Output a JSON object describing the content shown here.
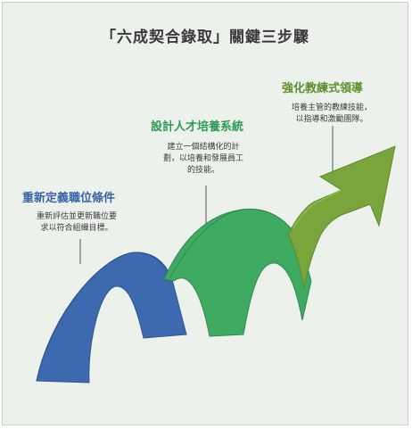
{
  "title": "「六成契合錄取」關鍵三步驟",
  "colors": {
    "background": "#edf1ec",
    "step1": "#3d6aae",
    "step2": "#3faa62",
    "step3": "#79a63c",
    "title_step1": "#3a63a8",
    "title_step2": "#2f9a57",
    "title_step3": "#5e8f2a"
  },
  "steps": [
    {
      "title": "重新定義職位條件",
      "description": "重新評估並更新職位要\n求以符合組織目標。"
    },
    {
      "title": "設計人才培養系統",
      "description": "建立一個結構化的計\n劃，以培養和發展員工\n的技能。"
    },
    {
      "title": "強化教練式領導",
      "description": "培養主管的教練技能，\n以指導和激勵團隊。"
    }
  ]
}
